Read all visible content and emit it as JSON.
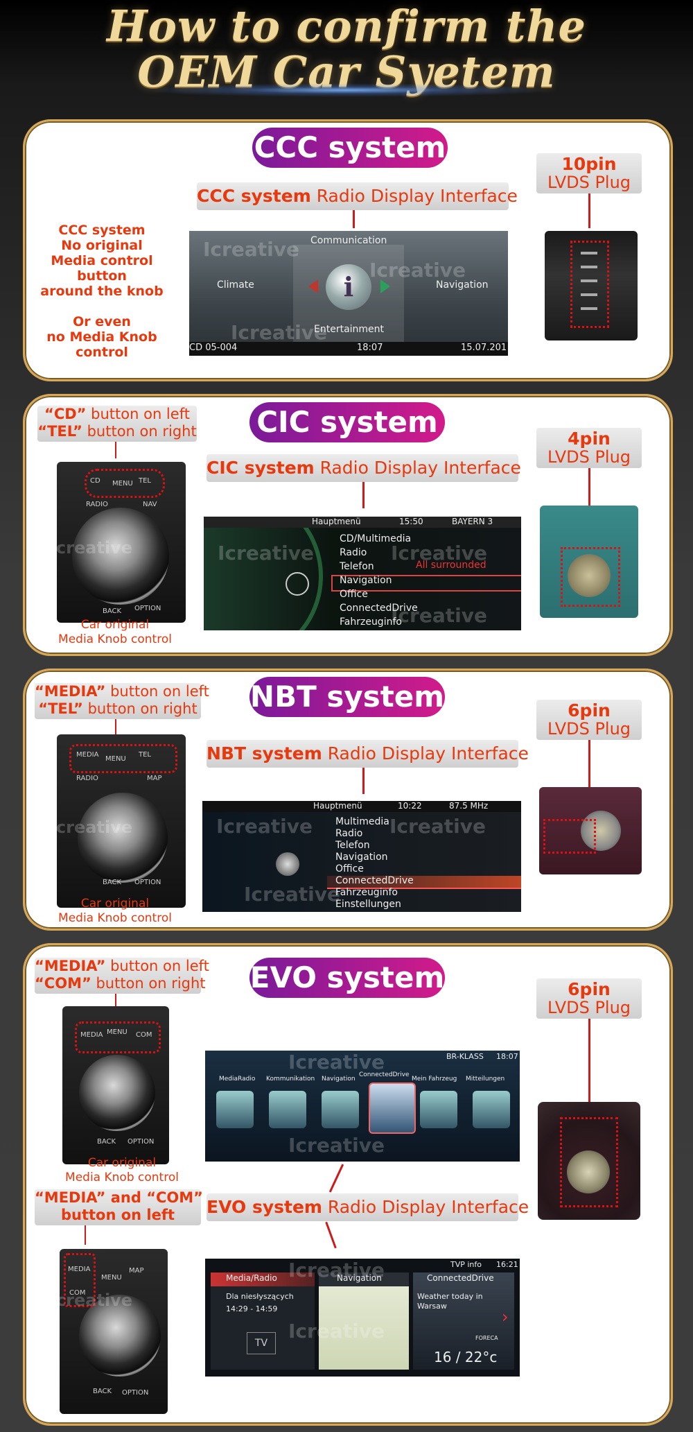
{
  "title_line1": "How to confirm the",
  "title_line2": "OEM Car Syetem",
  "watermark": "Icreative",
  "ccc": {
    "title": "CCC system",
    "iface_bold": "CCC system",
    "iface_rest": " Radio Display Interface",
    "pin_count": "10pin",
    "pin_plug": "LVDS Plug",
    "note_lines": [
      "CCC system",
      "No original",
      "Media control button",
      "around the knob",
      "",
      "Or even",
      "no Media Knob control"
    ],
    "screen": {
      "top": "Communication",
      "left": "Climate",
      "right": "Navigation",
      "bottom": "Entertainment",
      "center": "i",
      "status_left": "CD 05-004",
      "status_time": "18:07",
      "status_date": "15.07.201"
    }
  },
  "cic": {
    "title": "CIC system",
    "iface_bold": "CIC system",
    "iface_rest": " Radio Display Interface",
    "pin_count": "4pin",
    "pin_plug": "LVDS Plug",
    "btn_line1_q": "“CD”",
    "btn_line1_rest": " button on left",
    "btn_line2_q": "“TEL”",
    "btn_line2_rest": " button on right",
    "caption1": "Car original",
    "caption2": "Media Knob control",
    "knob_buttons": [
      "CD",
      "MENU",
      "TEL",
      "RADIO",
      "NAV",
      "BACK",
      "OPTION"
    ],
    "screen": {
      "header": "Hauptmenü",
      "time": "15:50",
      "station": "BAYERN 3",
      "items": [
        "CD/Multimedia",
        "Radio",
        "Telefon",
        "Navigation",
        "Office",
        "ConnectedDrive",
        "Fahrzeuginfo"
      ],
      "note": "All surrounded"
    }
  },
  "nbt": {
    "title": "NBT system",
    "iface_bold": "NBT system",
    "iface_rest": " Radio Display Interface",
    "pin_count": "6pin",
    "pin_plug": "LVDS Plug",
    "btn_line1_q": "“MEDIA”",
    "btn_line1_rest": " button on left",
    "btn_line2_q": "“TEL”",
    "btn_line2_rest": " button on right",
    "caption1": "Car original",
    "caption2": "Media Knob control",
    "knob_buttons": [
      "MEDIA",
      "MENU",
      "TEL",
      "RADIO",
      "MAP",
      "BACK",
      "OPTION"
    ],
    "screen": {
      "header": "Hauptmenü",
      "time": "10:22",
      "freq": "87.5 MHz",
      "items": [
        "Multimedia",
        "Radio",
        "Telefon",
        "Navigation",
        "Office",
        "ConnectedDrive",
        "Fahrzeuginfo",
        "Einstellungen"
      ]
    }
  },
  "evo": {
    "title": "EVO system",
    "iface_bold": "EVO system",
    "iface_rest": " Radio Display Interface",
    "pin_count": "6pin",
    "pin_plug": "LVDS Plug",
    "btn_line1_q": "“MEDIA”",
    "btn_line1_rest": " button on left",
    "btn_line2_q": "“COM”",
    "btn_line2_rest": " button on right",
    "caption1": "Car original",
    "caption2": "Media Knob control",
    "btn2_line1": "“MEDIA” and “COM”",
    "btn2_line2": "button on left",
    "knob_buttons": [
      "MEDIA",
      "MENU",
      "COM",
      "BACK",
      "OPTION"
    ],
    "knob2_buttons": [
      "MEDIA",
      "COM",
      "MENU",
      "MAP",
      "BACK",
      "OPTION"
    ],
    "screen1": {
      "header": "BR-KLASS",
      "time": "18:07",
      "tiles": [
        "MediaRadio",
        "Kommunikation",
        "Navigation",
        "ConnectedDrive",
        "Mein Fahrzeug",
        "Mitteilungen"
      ]
    },
    "screen2": {
      "status": "TVP info",
      "time": "16:21",
      "col1": "Media/Radio",
      "col1_sub": "Dla niesłyszących",
      "col1_time": "14:29 - 14:59",
      "col1_tv": "TV",
      "col2": "Navigation",
      "col3": "ConnectedDrive",
      "col3_sub1": "Weather today in",
      "col3_sub2": "Warsaw",
      "col3_temp": "16 / 22°c",
      "col3_brand": "FORECA"
    }
  }
}
